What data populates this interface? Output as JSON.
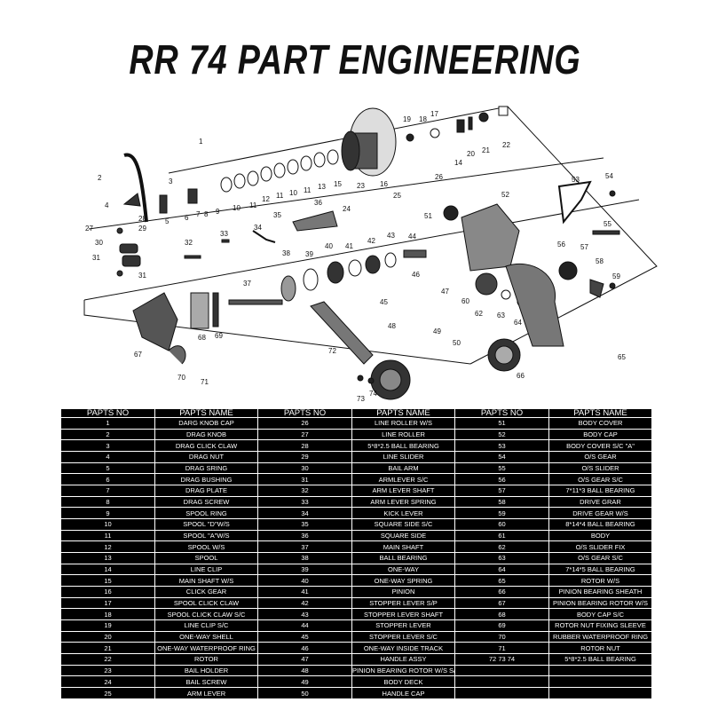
{
  "title": "RR 74 PART ENGINEERING",
  "diagram": {
    "labels": [
      "1",
      "2",
      "3",
      "4",
      "5",
      "6",
      "7",
      "8",
      "9",
      "10",
      "11",
      "12",
      "11",
      "10",
      "11",
      "13",
      "15",
      "16",
      "17",
      "18",
      "19",
      "14",
      "20",
      "21",
      "22",
      "23",
      "24",
      "25",
      "26",
      "27",
      "28",
      "29",
      "30",
      "31",
      "31",
      "32",
      "33",
      "34",
      "35",
      "36",
      "37",
      "38",
      "39",
      "40",
      "41",
      "42",
      "43",
      "44",
      "45",
      "46",
      "47",
      "48",
      "49",
      "50",
      "51",
      "52",
      "53",
      "54",
      "55",
      "56",
      "57",
      "58",
      "59",
      "60",
      "62",
      "63",
      "64",
      "65",
      "66",
      "67",
      "68",
      "69",
      "70",
      "71",
      "72",
      "73",
      "74"
    ]
  },
  "table": {
    "headers": [
      "PAPTS NO",
      "PAPTS NAME",
      "PAPTS NO",
      "PAPTS NAME",
      "PAPTS NO",
      "PAPTS NAME"
    ],
    "rows": [
      [
        "1",
        "DARG KNOB CAP",
        "26",
        "LINE ROLLER W/S",
        "51",
        "BODY COVER"
      ],
      [
        "2",
        "DRAG KNOB",
        "27",
        "LINE ROLLER",
        "52",
        "BODY CAP"
      ],
      [
        "3",
        "DRAG CLICK CLAW",
        "28",
        "5*8*2.5 BALL BEARING",
        "53",
        "BODY COVER S/C \"A\""
      ],
      [
        "4",
        "DRAG NUT",
        "29",
        "LINE SLIDER",
        "54",
        "O/S GEAR"
      ],
      [
        "5",
        "DRAG SRING",
        "30",
        "BAIL ARM",
        "55",
        "O/S SLIDER"
      ],
      [
        "6",
        "DRAG BUSHING",
        "31",
        "ARMLEVER S/C",
        "56",
        "O/S GEAR S/C"
      ],
      [
        "7",
        "DRAG PLATE",
        "32",
        "ARM LEVER SHAFT",
        "57",
        "7*11*3 BALL BEARING"
      ],
      [
        "8",
        "DRAG SCREW",
        "33",
        "ARM LEVER SPRING",
        "58",
        "DRIVE GRAR"
      ],
      [
        "9",
        "SPOOL RING",
        "34",
        "KICK LEVER",
        "59",
        "DRIVE GEAR W/S"
      ],
      [
        "10",
        "SPOOL \"D\"W/S",
        "35",
        "SQUARE SIDE S/C",
        "60",
        "8*14*4 BALL BEARING"
      ],
      [
        "11",
        "SPOOL \"A\"W/S",
        "36",
        "SQUARE SIDE",
        "61",
        "BODY"
      ],
      [
        "12",
        "SPOOL W/S",
        "37",
        "MAIN SHAFT",
        "62",
        "O/S SLIDER FIX"
      ],
      [
        "13",
        "SPOOL",
        "38",
        "BALL BEARING",
        "63",
        "O/S GEAR S/C"
      ],
      [
        "14",
        "LINE CLIP",
        "39",
        "ONE-WAY",
        "64",
        "7*14*5 BALL BEARING"
      ],
      [
        "15",
        "MAIN SHAFT W/S",
        "40",
        "ONE-WAY SPRING",
        "65",
        "ROTOR W/S"
      ],
      [
        "16",
        "CLICK GEAR",
        "41",
        "PINION",
        "66",
        "PINION BEARING SHEATH"
      ],
      [
        "17",
        "SPOOL CLICK CLAW",
        "42",
        "STOPPER LEVER S/P",
        "67",
        "PINION BEARING ROTOR W/S"
      ],
      [
        "18",
        "SPOOL CLICK CLAW S/C",
        "43",
        "STOPPER LEVER SHAFT",
        "68",
        "BODY CAP S/C"
      ],
      [
        "19",
        "LINE CLIP S/C",
        "44",
        "STOPPER LEVER",
        "69",
        "ROTOR NUT FIXING SLEEVE"
      ],
      [
        "20",
        "ONE-WAY SHELL",
        "45",
        "STOPPER LEVER S/C",
        "70",
        "RUBBER WATERPROOF RING"
      ],
      [
        "21",
        "ONE-WAY WATERPROOF RING",
        "46",
        "ONE-WAY INSIDE TRACK",
        "71",
        "ROTOR NUT"
      ],
      [
        "22",
        "ROTOR",
        "47",
        "HANDLE ASSY",
        "72 73 74",
        "5*8*2.5 BALL BEARING"
      ],
      [
        "23",
        "BAIL HOLDER",
        "48",
        "PINION BEARING ROTOR W/S S/C",
        "",
        ""
      ],
      [
        "24",
        "BAIL SCREW",
        "49",
        "BODY DECK",
        "",
        ""
      ],
      [
        "25",
        "ARM LEVER",
        "50",
        "HANDLE CAP",
        "",
        ""
      ]
    ]
  }
}
